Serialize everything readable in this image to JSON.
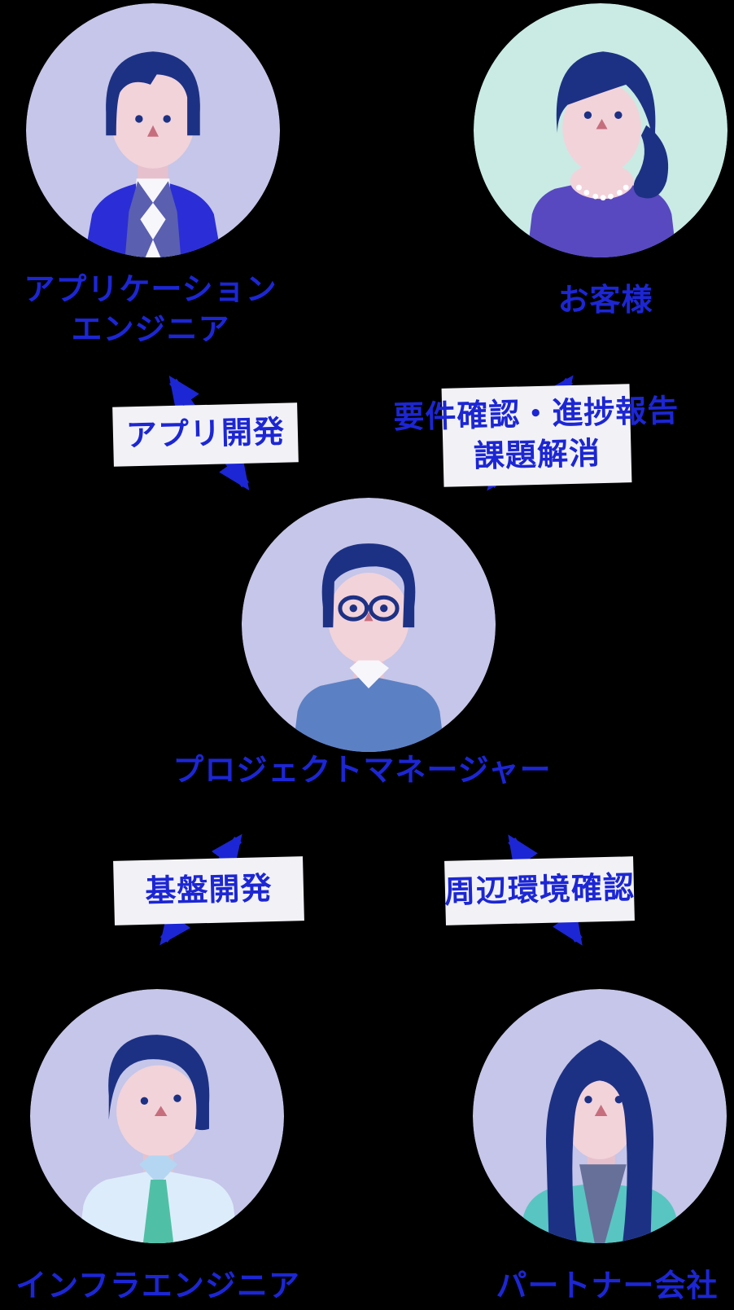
{
  "palette": {
    "blue": "#1c26d4",
    "boxbg": "#f2f2f6",
    "lavender": "#c5c6e9",
    "mint": "#c9ebe4",
    "hair": "#1d3184",
    "skin": "#f2d3da",
    "skin2": "#e6c1cd",
    "nose": "#c66e7d",
    "suit": "#2b2ed6",
    "lapel": "#5a5fb0",
    "shirtwhite": "#f7f7fb",
    "purple": "#5849c0",
    "steel": "#5c80c4",
    "shirtlight": "#ddecfa",
    "collarlight": "#b5d6f2",
    "tie": "#4fc0a6",
    "jacketteal": "#58c5c2",
    "slate": "#677099",
    "pearl": "#ffffff"
  },
  "nodes": {
    "app_engineer": {
      "line1": "アプリケーション",
      "line2": "エンジニア"
    },
    "customer": {
      "label": "お客様"
    },
    "pm": {
      "label": "プロジェクトマネージャー"
    },
    "infra_engineer": {
      "label": "インフラエンジニア"
    },
    "partner": {
      "label": "パートナー会社"
    }
  },
  "edges": {
    "app_dev": {
      "label": "アプリ開発"
    },
    "customer_comm": {
      "line1": "要件確認・進捗報告",
      "line2": "課題解消"
    },
    "infra_dev": {
      "label": "基盤開発"
    },
    "env_check": {
      "label": "周辺環境確認"
    }
  }
}
